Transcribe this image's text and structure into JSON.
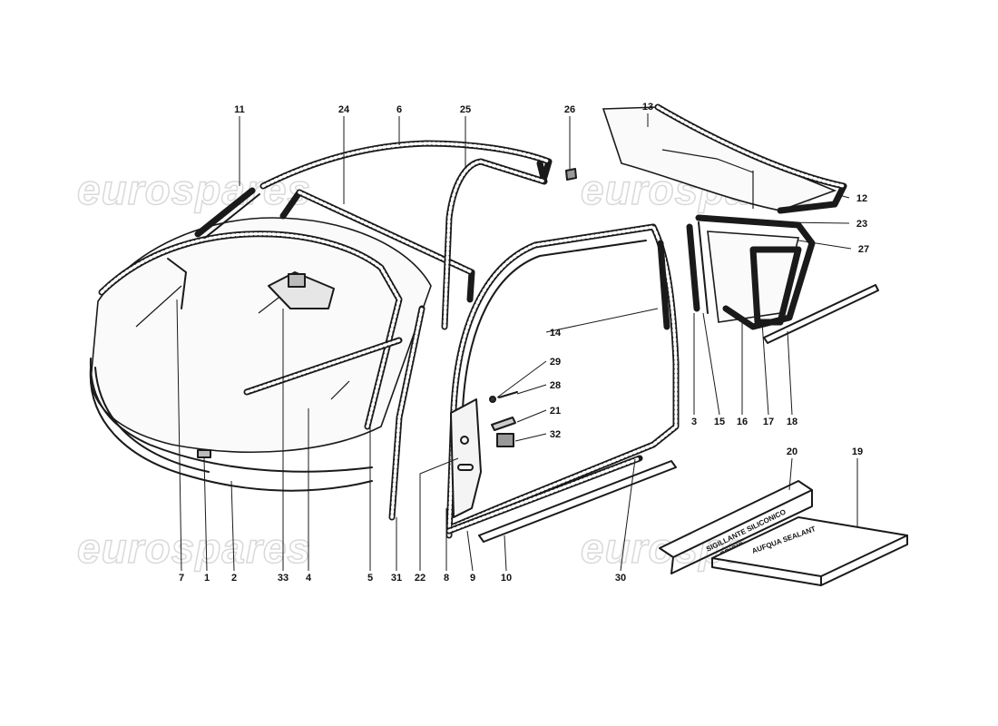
{
  "watermark": {
    "text": "eurospares",
    "repeat": 4
  },
  "sealant_tube_text": {
    "line1": "SIGILLANTE SILICONICO",
    "line2": "GRIGIO"
  },
  "kit_box_text": "AUFQUA SEALANT",
  "part_numbers": [
    "1",
    "2",
    "3",
    "4",
    "5",
    "6",
    "7",
    "8",
    "9",
    "10",
    "11",
    "12",
    "13",
    "14",
    "15",
    "16",
    "17",
    "18",
    "19",
    "20",
    "21",
    "22",
    "23",
    "24",
    "25",
    "26",
    "27",
    "28",
    "29",
    "30",
    "31",
    "32",
    "33"
  ]
}
